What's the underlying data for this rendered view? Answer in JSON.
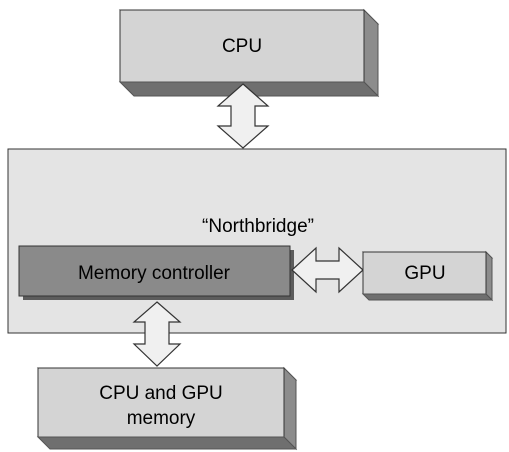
{
  "diagram": {
    "cpu_label": "CPU",
    "northbridge_label": "“Northbridge”",
    "memory_controller_label": "Memory controller",
    "gpu_label": "GPU",
    "memory_label_line1": "CPU and GPU",
    "memory_label_line2": "memory"
  },
  "colors": {
    "box_front": "#d4d4d4",
    "box_side": "#8c8c8c",
    "box_top": "#ececec",
    "northbridge_fill": "#e4e4e4",
    "memory_controller_fill": "#8a8a8a",
    "arrow_fill": "#f0f0f0",
    "stroke": "#333333"
  }
}
